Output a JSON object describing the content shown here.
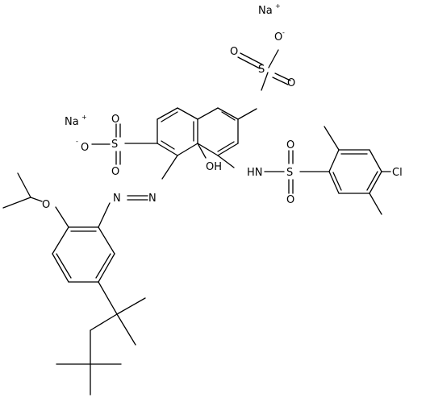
{
  "molecule": {
    "counter_ions": [
      {
        "symbol": "Na",
        "charge": "+"
      },
      {
        "symbol": "Na",
        "charge": "+"
      }
    ],
    "sulfonate_groups": [
      {
        "sulfur": "S",
        "oxygen_1": "O",
        "oxygen_2": "O",
        "oxygen_anion": "O",
        "anion_charge": "-"
      },
      {
        "sulfur": "S",
        "oxygen_1": "O",
        "oxygen_2": "O",
        "oxygen_anion": "O",
        "anion_charge": "-"
      }
    ],
    "sulfonamide": {
      "nh": "HN",
      "sulfur": "S",
      "oxygen_1": "O",
      "oxygen_2": "O"
    },
    "hydroxyl": "OH",
    "chloro": "Cl",
    "azo": {
      "n1": "N",
      "n2": "N"
    },
    "ether_oxygen": "O"
  },
  "colors": {
    "ink": "#000000",
    "background": "#ffffff"
  }
}
